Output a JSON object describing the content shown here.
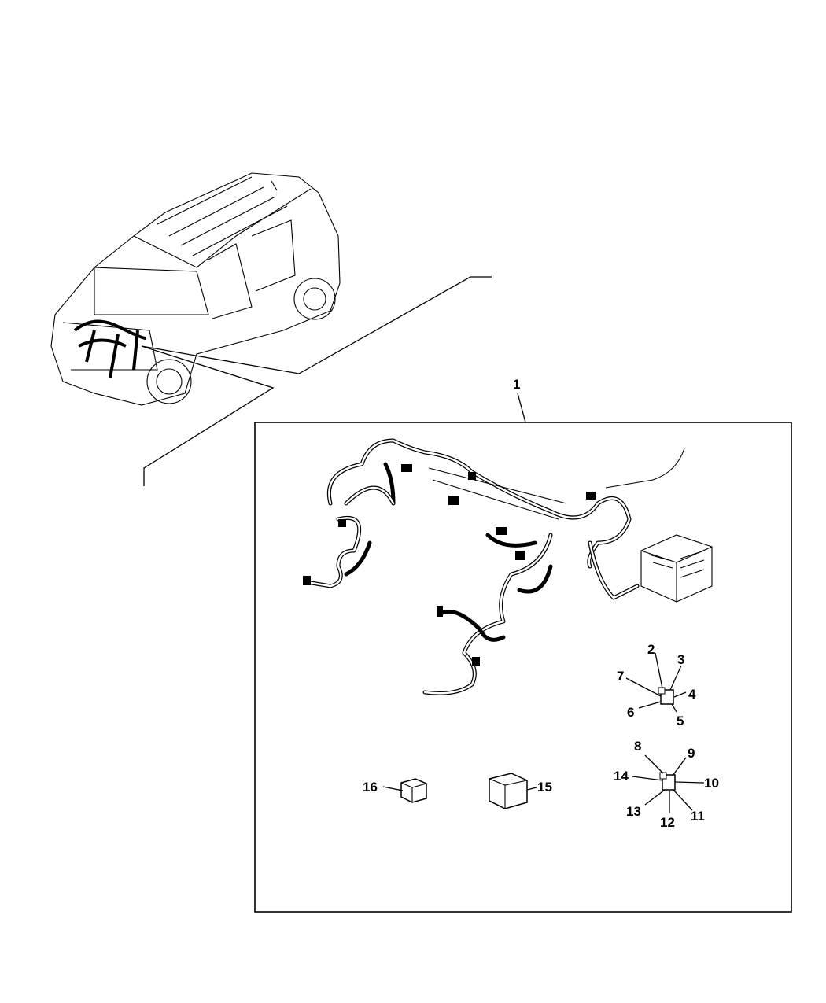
{
  "diagram": {
    "title": "Wiring harness parts diagram",
    "callouts": {
      "c1": "1",
      "c2": "2",
      "c3": "3",
      "c4": "4",
      "c5": "5",
      "c6": "6",
      "c7": "7",
      "c8": "8",
      "c9": "9",
      "c10": "10",
      "c11": "11",
      "c12": "12",
      "c13": "13",
      "c14": "14",
      "c15": "15",
      "c16": "16"
    }
  }
}
